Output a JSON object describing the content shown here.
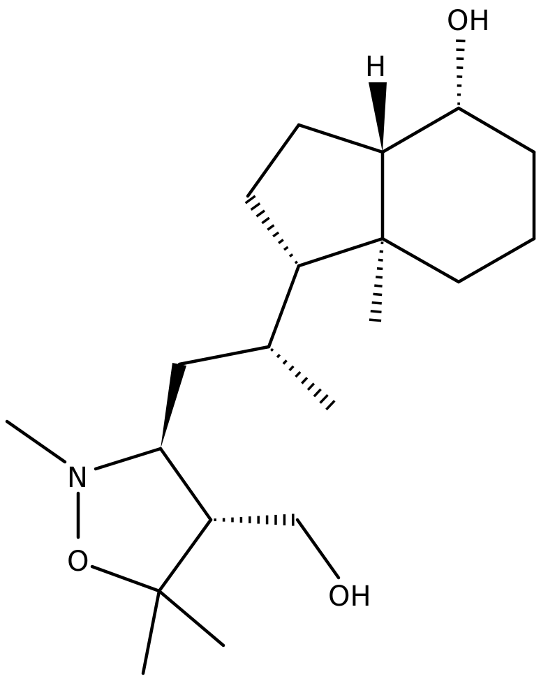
{
  "structure": {
    "labels": {
      "oh_top": "OH",
      "h_stereo": "H",
      "nitrogen": "N",
      "oxygen_ring": "O",
      "oh_bottom": "OH"
    }
  }
}
